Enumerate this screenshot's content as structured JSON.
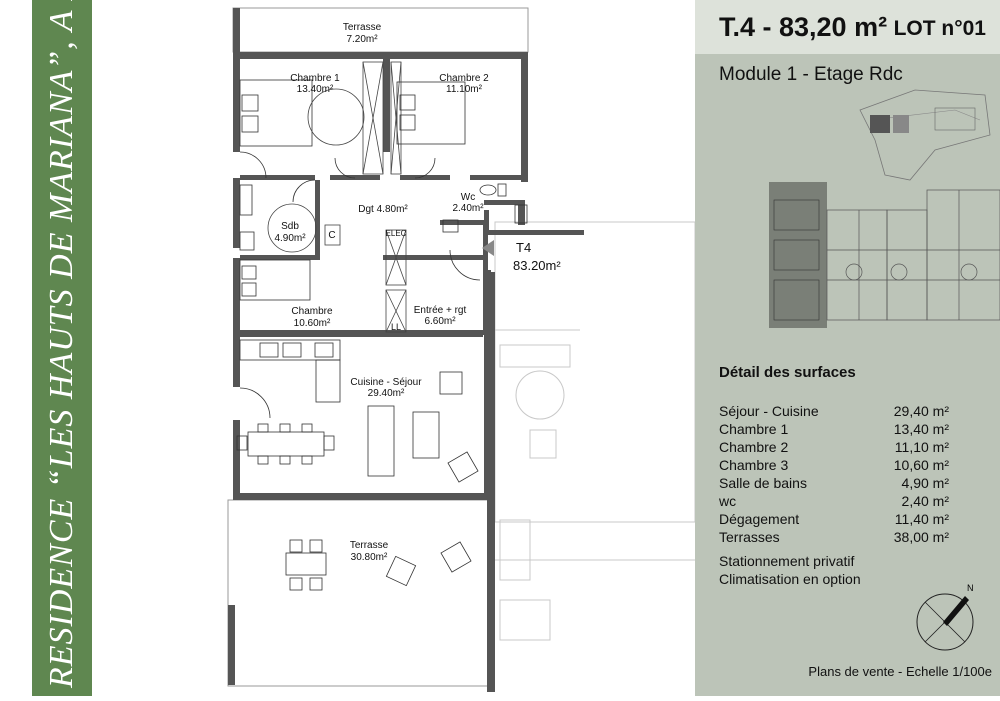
{
  "sidebar": {
    "residence": "RESIDENCE “LES HAUTS DE MARIANA”, A LUCCIANA"
  },
  "header": {
    "title": "T.4 - 83,20 m²",
    "lot": "LOT n°01"
  },
  "module": "Module 1 - Etage Rdc",
  "surfaces": {
    "title": "Détail des surfaces",
    "rows": [
      {
        "label": "Séjour - Cuisine",
        "value": "29,40 m²"
      },
      {
        "label": "Chambre 1",
        "value": "13,40 m²"
      },
      {
        "label": "Chambre 2",
        "value": "11,10 m²"
      },
      {
        "label": "Chambre 3",
        "value": "10,60 m²"
      },
      {
        "label": "Salle de bains",
        "value": "4,90 m²"
      },
      {
        "label": "wc",
        "value": "2,40 m²"
      },
      {
        "label": "Dégagement",
        "value": "11,40 m²"
      },
      {
        "label": "Terrasses",
        "value": "38,00 m²"
      }
    ]
  },
  "notes": [
    "Stationnement privatif",
    "Climatisation en option"
  ],
  "compass": {
    "north": "N"
  },
  "footer": "Plans de vente - Echelle 1/100e",
  "plan": {
    "terrasse_top": {
      "name": "Terrasse",
      "area": "7.20m²"
    },
    "chambre1": {
      "name": "Chambre 1",
      "area": "13.40m²"
    },
    "chambre2": {
      "name": "Chambre 2",
      "area": "11.10m²"
    },
    "dgt": "Dgt 4.80m²",
    "wc": {
      "name": "Wc",
      "area": "2.40m²"
    },
    "sdb": {
      "name": "Sdb",
      "area": "4.90m²"
    },
    "c": "C",
    "elec": "ELEC",
    "unit": {
      "name": "T4",
      "area": "83.20m²"
    },
    "chambre": {
      "name": "Chambre",
      "area": "10.60m²"
    },
    "entree": {
      "name": "Entrée + rgt",
      "area": "6.60m²"
    },
    "ll": "LL",
    "cuisine": {
      "name": "Cuisine - Séjour",
      "area": "29.40m²"
    },
    "terrasse_bottom": {
      "name": "Terrasse",
      "area": "30.80m²"
    }
  }
}
